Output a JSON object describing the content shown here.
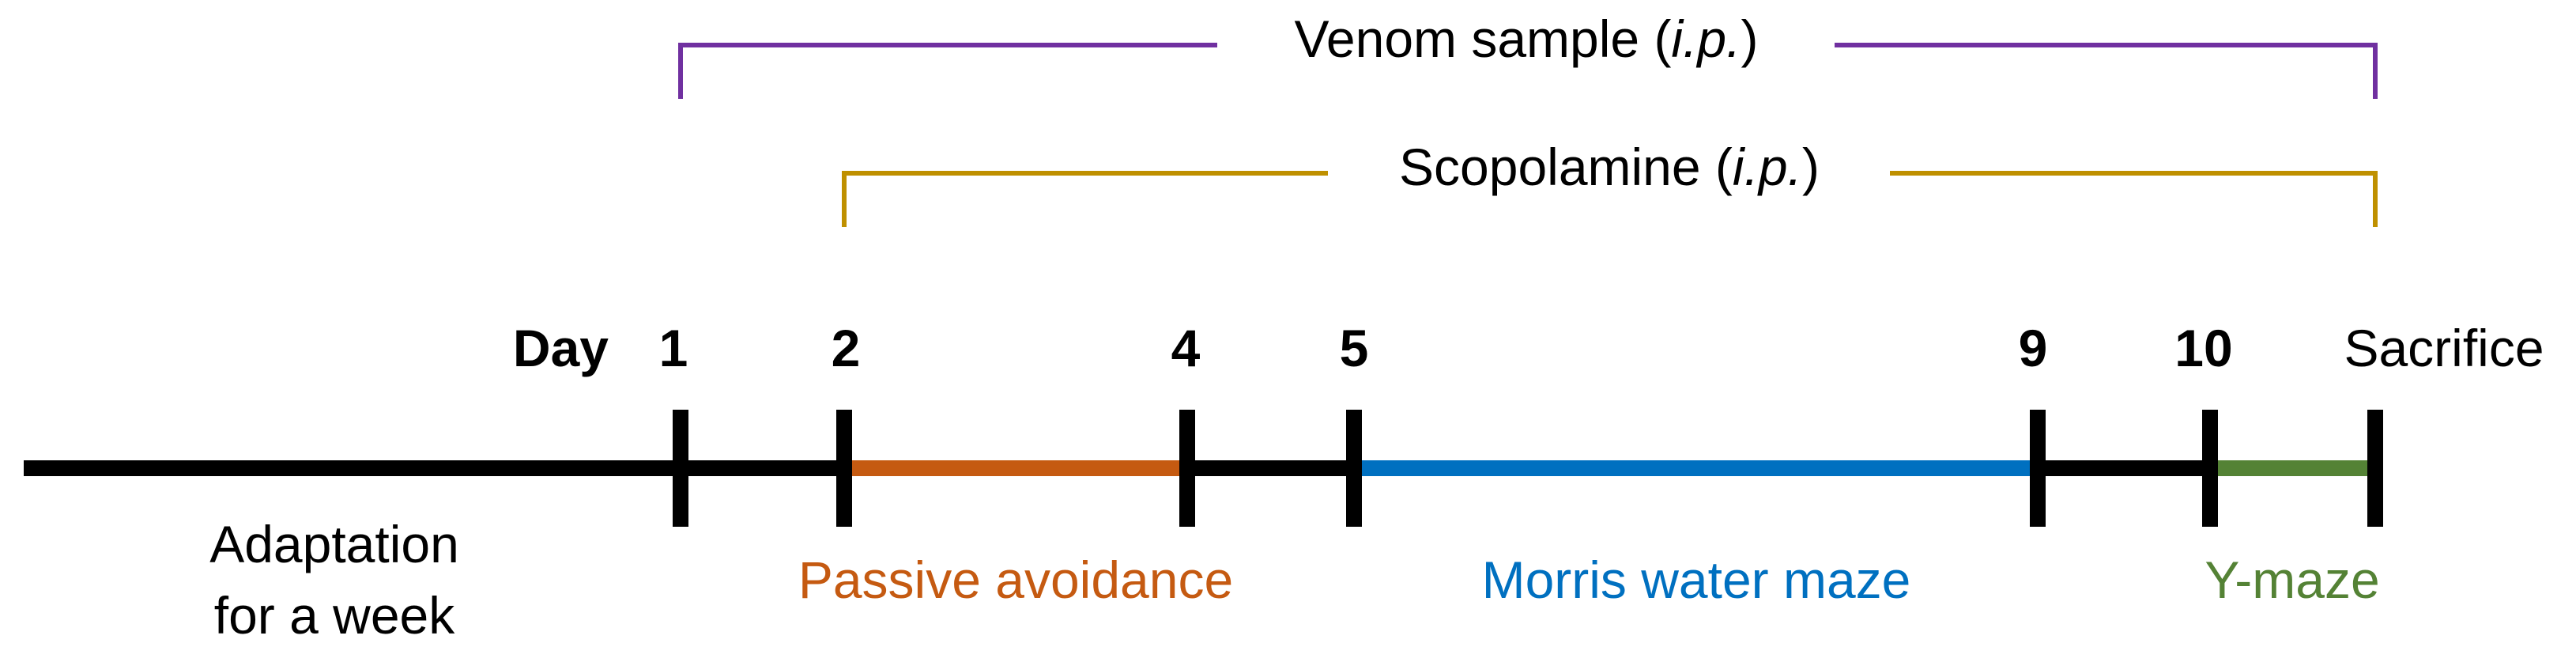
{
  "treatments": [
    {
      "prefix": "Venom sample (",
      "italic": "i.p.",
      "suffix": ")",
      "color": "#7030A0"
    },
    {
      "prefix": "Scopolamine (",
      "italic": "i.p.",
      "suffix": ")",
      "color": "#BF9000"
    }
  ],
  "timeline": {
    "day_label": "Day",
    "day_ticks": [
      "1",
      "2",
      "4",
      "5",
      "9",
      "10"
    ],
    "end_label": "Sacrifice",
    "line_color": "#000000"
  },
  "phases": {
    "adaptation": {
      "line1": "Adaptation",
      "line2": "for a week"
    },
    "passive_avoidance": {
      "label": "Passive avoidance",
      "color": "#C55A11"
    },
    "morris_water_maze": {
      "label": "Morris water maze",
      "color": "#0070C0"
    },
    "y_maze": {
      "label": "Y-maze",
      "color": "#548235"
    }
  }
}
